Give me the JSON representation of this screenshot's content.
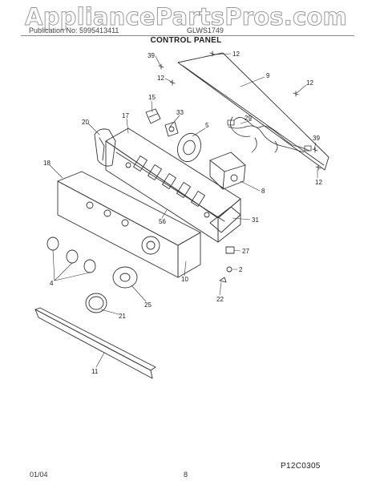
{
  "watermark": "AppliancePartsPros.com",
  "header": {
    "left": "Publication No: 5995413411",
    "right": "GLWS1749"
  },
  "title": "CONTROL PANEL",
  "callouts": [
    "39",
    "12",
    "9",
    "12",
    "12",
    "15",
    "33",
    "17",
    "20",
    "5",
    "29",
    "39",
    "18",
    "8",
    "12",
    "56",
    "31",
    "27",
    "2",
    "4",
    "10",
    "25",
    "22",
    "21",
    "11"
  ],
  "figure_code": "P12C0305",
  "footer": {
    "date": "01/04",
    "page": "8"
  }
}
